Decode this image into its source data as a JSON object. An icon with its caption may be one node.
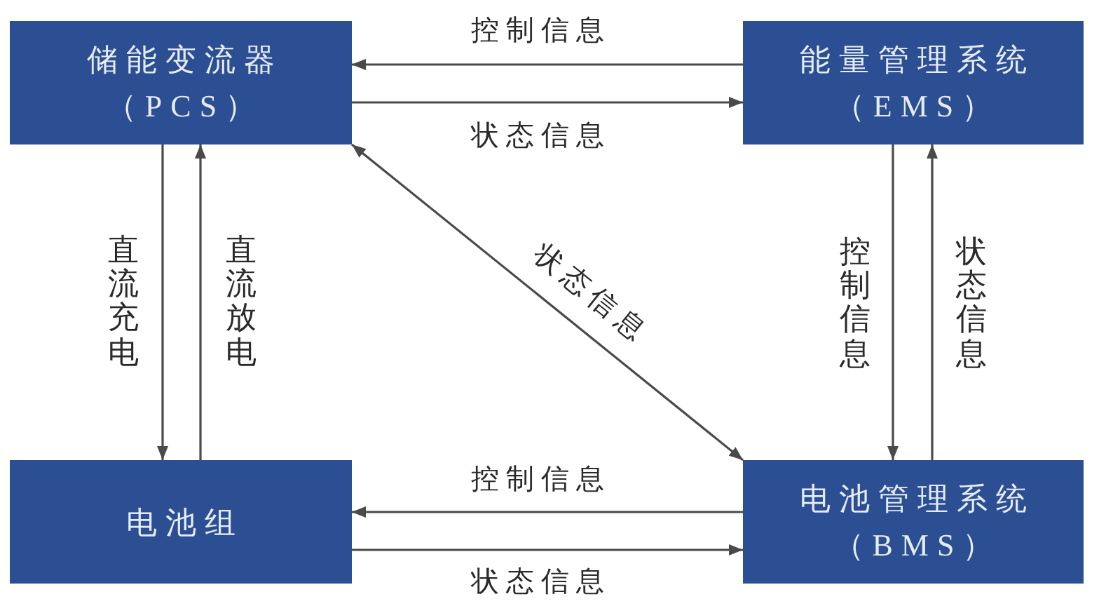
{
  "diagram": {
    "nodes": [
      {
        "text": [
          "储能变流器",
          "（PCS）"
        ]
      },
      {
        "text": [
          "能量管理系统",
          "（EMS）"
        ]
      },
      {
        "text": [
          "电池组"
        ]
      },
      {
        "text": [
          "电池管理系统",
          "（BMS）"
        ]
      }
    ],
    "edges": [
      {
        "from": 1,
        "to": 0,
        "arrow": "to",
        "label": "控制信息"
      },
      {
        "from": 0,
        "to": 1,
        "arrow": "to",
        "label": "状态信息"
      },
      {
        "from": 0,
        "to": 3,
        "arrow": "both",
        "label": "状态信息"
      },
      {
        "from": 0,
        "to": 2,
        "arrow": "to",
        "label": "直流充电"
      },
      {
        "from": 2,
        "to": 0,
        "arrow": "to",
        "label": "直流放电"
      },
      {
        "from": 1,
        "to": 3,
        "arrow": "to",
        "label": "控制信息"
      },
      {
        "from": 3,
        "to": 1,
        "arrow": "to",
        "label": "状态信息"
      },
      {
        "from": 3,
        "to": 2,
        "arrow": "to",
        "label": "控制信息"
      },
      {
        "from": 2,
        "to": 3,
        "arrow": "to",
        "label": "状态信息"
      }
    ]
  }
}
